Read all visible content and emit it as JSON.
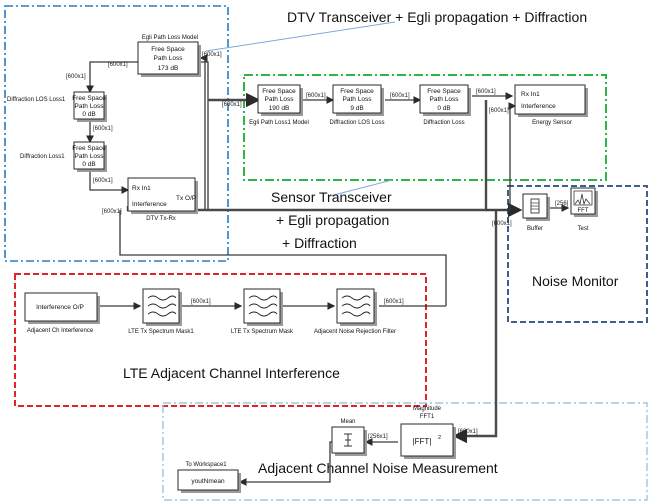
{
  "groups": {
    "dtv": "DTV Transceiver + Egli propagation + Diffraction",
    "sensor": [
      "Sensor Transceiver",
      "+ Egli propagation",
      "+ Diffraction"
    ],
    "lte": "LTE Adjacent Channel Interference",
    "noise_monitor": "Noise Monitor",
    "adj_measure": "Adjacent Channel Noise Measurement"
  },
  "blocks": {
    "egli_model": {
      "title": "Egli Path Loss Model",
      "lines": [
        "Free Space",
        "Path Loss",
        "173 dB"
      ]
    },
    "diff_los1": {
      "title": "Diffraction LOS Loss1",
      "lines": [
        "Free Space",
        "Path Loss",
        "0 dB"
      ]
    },
    "diff_loss1": {
      "title": "Diffraction Loss1",
      "lines": [
        "Free Space",
        "Path Loss",
        "0 dB"
      ]
    },
    "dtv_txrx": {
      "title": "DTV Tx-Rx",
      "rx_in": "Rx In1",
      "interference": "Interference",
      "tx_out": "Tx O/P"
    },
    "egli_model1": {
      "title": "Egli Path Loss1 Model",
      "lines": [
        "Free Space",
        "Path Loss",
        "190 dB"
      ]
    },
    "diff_los": {
      "title": "Diffraction LOS Loss",
      "lines": [
        "Free Space",
        "Path Loss",
        "9 dB"
      ]
    },
    "diff_loss": {
      "title": "Diffraction Loss",
      "lines": [
        "Free Space",
        "Path Loss",
        "0 dB"
      ]
    },
    "energy_sensor": {
      "title": "Energy Sensor",
      "rx_in": "Rx In1",
      "interference": "Interference"
    },
    "buffer": {
      "title": "Buffer"
    },
    "test": {
      "title": "Test",
      "label": "FFT"
    },
    "adj_ch": {
      "title": "Adjacent Ch Interference",
      "label": "Interference O/P"
    },
    "lte_mask1": {
      "title": "LTE Tx Spectrum Mask1"
    },
    "lte_mask": {
      "title": "LTE Tx Spectrum Mask"
    },
    "adj_filter": {
      "title": "Adjacent Noise Rejection Filter"
    },
    "mag_fft": {
      "title1": "Magnitude",
      "title2": "FFT1",
      "label": "|FFT|",
      "sup": "2"
    },
    "mean": {
      "title": "Mean"
    },
    "workspace": {
      "title": "To Workspace1",
      "label": "youtNmean"
    }
  },
  "signals": {
    "s600": "[600x1]",
    "s256": "[256x1]",
    "s256b": "[256]"
  }
}
